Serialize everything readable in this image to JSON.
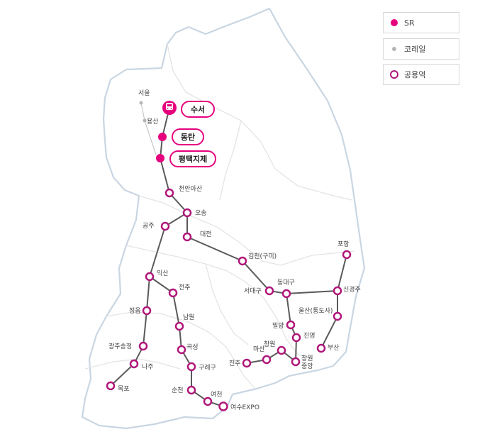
{
  "legend": {
    "sr": "SR",
    "korail": "코레일",
    "shared": "공용역"
  },
  "colors": {
    "sr": "#e6007e",
    "shared_ring": "#b0177a",
    "korail": "#b5b5b5",
    "line": "#555555",
    "land": "#ffffff",
    "coast": "#c9d6e2",
    "province": "#e6e6e6"
  },
  "stations": {
    "seoul": "서울",
    "yongsan": "용산",
    "suseo": "수서",
    "dongtan": "동탄",
    "pyeongtaek": "평택지제",
    "cheonan": "천안아산",
    "osong": "오송",
    "gongju": "공주",
    "daejeon": "대전",
    "gimcheon": "김천(구미)",
    "pohang": "포항",
    "seodaegu": "서대구",
    "dongdaegu": "동대구",
    "singyeongju": "신경주",
    "ulsan": "울산(통도사)",
    "miryang": "밀양",
    "jinyeong": "진영",
    "busan": "부산",
    "changwon": "창원",
    "changwon_jungang": "창원\n중앙",
    "masan": "마산",
    "jinju": "진주",
    "iksan": "익산",
    "jeonju": "전주",
    "jeongeup": "정읍",
    "namwon": "남원",
    "gokseong": "곡성",
    "gwangju_songjeong": "광주송정",
    "naju": "나주",
    "mokpo": "목포",
    "gurye": "구례구",
    "suncheon": "순천",
    "yeocheon": "여천",
    "yeosu": "여수EXPO"
  }
}
